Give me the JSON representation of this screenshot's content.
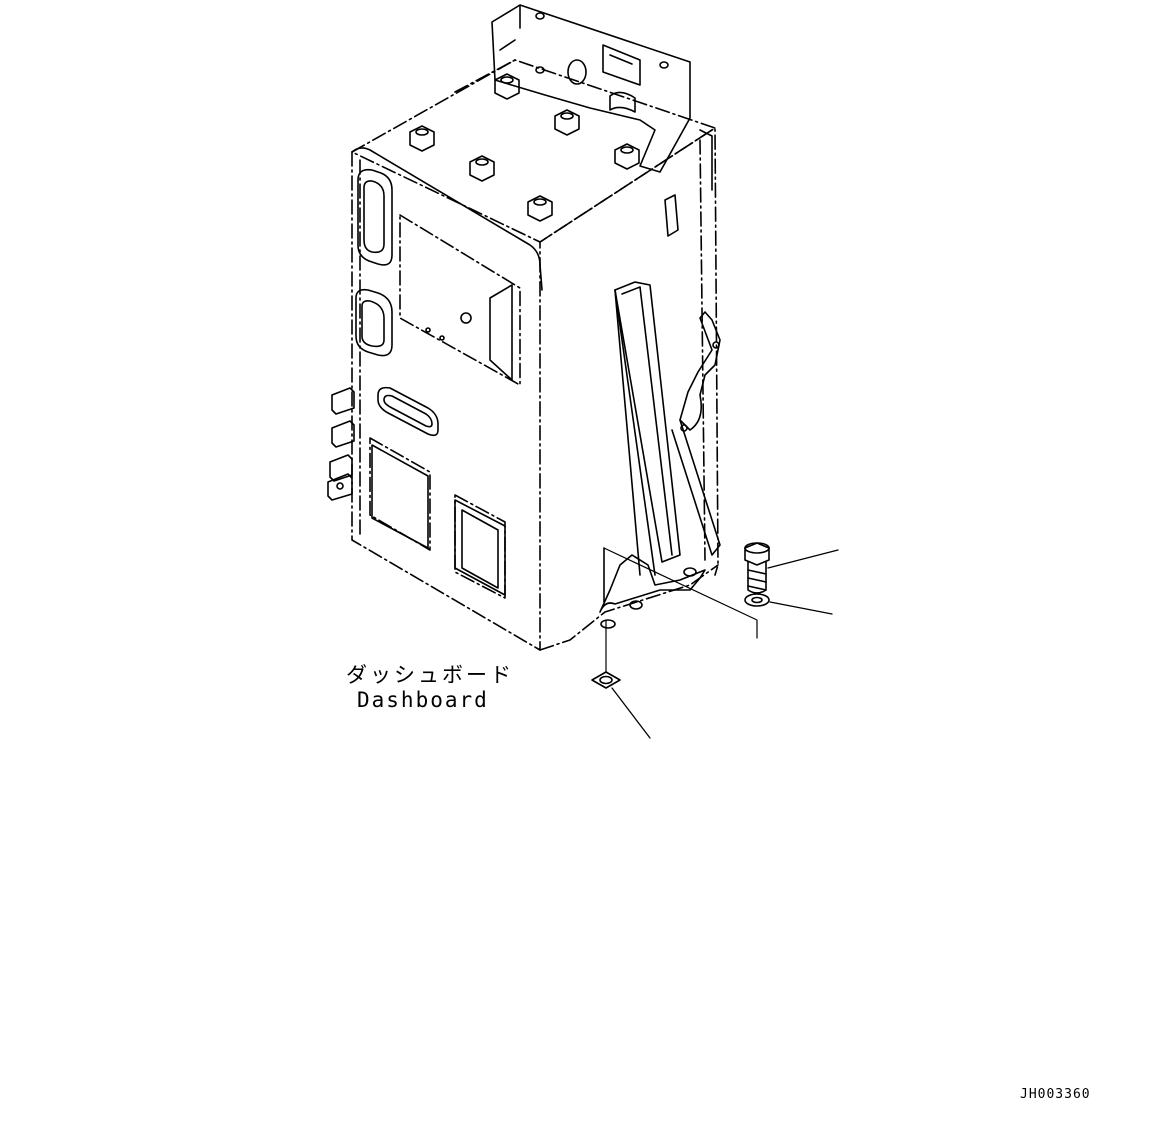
{
  "part": {
    "label_jp": "ダッシュボード",
    "label_en": "Dashboard"
  },
  "drawing_number": "JH003360",
  "callouts": [
    {
      "name": "bolt-callout"
    },
    {
      "name": "washer-callout"
    },
    {
      "name": "shim-callout"
    }
  ],
  "colors": {
    "line": "#000000",
    "background": "#ffffff"
  }
}
